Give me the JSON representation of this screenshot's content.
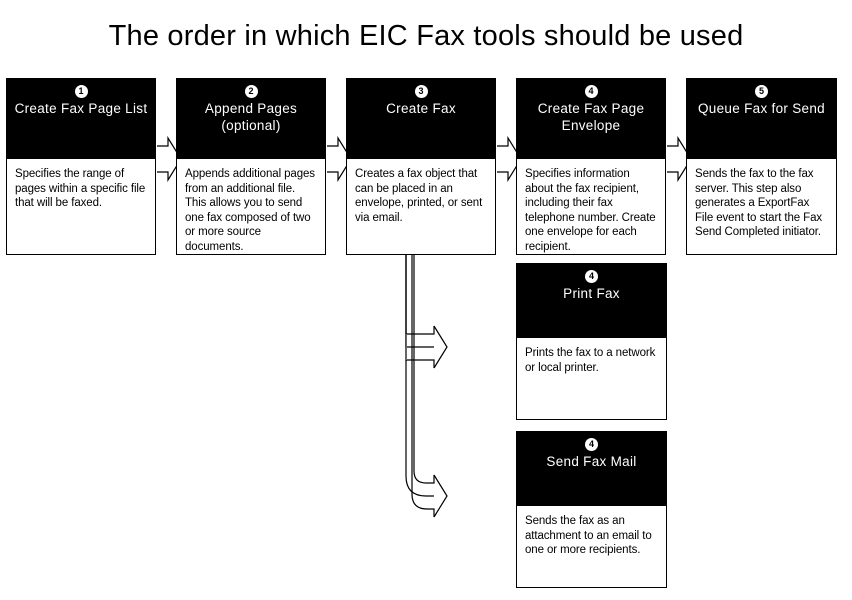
{
  "title": "The order in which EIC Fax tools should be used",
  "colors": {
    "header_bg": "#000000",
    "header_text": "#ffffff",
    "body_bg": "#ffffff",
    "body_text": "#000000",
    "border": "#000000",
    "badge_bg": "#ffffff",
    "badge_text": "#000000"
  },
  "nodes": [
    {
      "id": "create-fax-page-list",
      "step": "1",
      "title": "Create Fax Page List",
      "body": "Specifies the range of pages within a specific file that will be faxed."
    },
    {
      "id": "append-pages",
      "step": "2",
      "title": "Append Pages\n(optional)",
      "body": "Appends additional pages from an additional file. This allows you to send one fax composed of two or more source documents."
    },
    {
      "id": "create-fax",
      "step": "3",
      "title": "Create Fax",
      "body": "Creates a fax object that can be placed in an envelope, printed, or sent via email."
    },
    {
      "id": "create-fax-page-envelope",
      "step": "4",
      "title": "Create Fax Page\nEnvelope",
      "body": "Specifies information about the fax recipient, including their fax telephone number. Create one envelope for each recipient."
    },
    {
      "id": "queue-fax-for-send",
      "step": "5",
      "title": "Queue Fax for Send",
      "body": "Sends the fax to the fax server. This step also generates a ExportFax File event to start the Fax Send Completed initiator."
    },
    {
      "id": "print-fax",
      "step": "4",
      "title": "Print Fax",
      "body": "Prints the fax to a network or local printer."
    },
    {
      "id": "send-fax-mail",
      "step": "4",
      "title": "Send Fax Mail",
      "body": "Sends the fax as an attachment to an email to one or more recipients."
    }
  ]
}
